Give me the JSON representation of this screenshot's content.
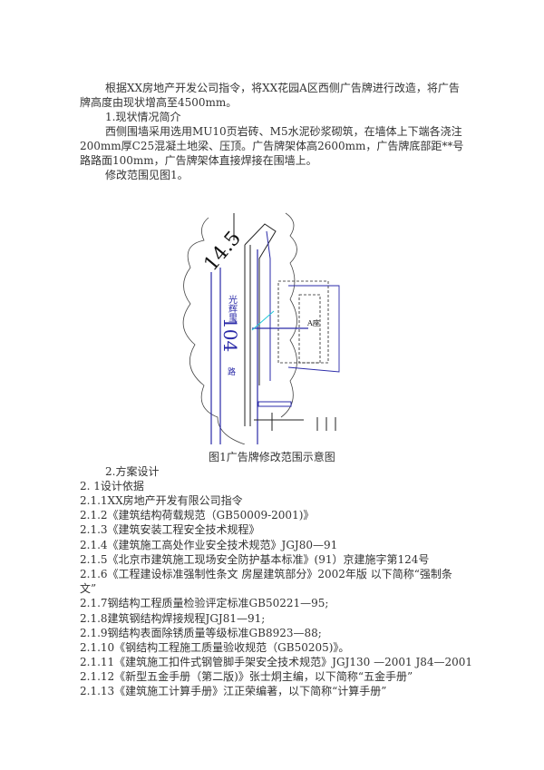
{
  "intro": "根据XX房地产开发公司指令，将XX花园A区西侧广告牌进行改造，将广告牌高度由现状增高至4500mm。",
  "section1_title": "1.现状情况简介",
  "section1_body": "西侧围墙采用选用MU10页岩砖、M5水泥砂浆砌筑，在墙体上下端各浇注200mm厚C25混凝土地梁、压顶。广告牌架体高2600mm，广告牌底部距**号路路面100mm，广告牌架体直接焊接在围墙上。",
  "figure_ref": "修改范围见图1。",
  "figure": {
    "labels": {
      "number_top": "14.5",
      "street": "光辉里",
      "number_main": "104",
      "road": "路",
      "building": "A座"
    },
    "caption": "图1广告牌修改范围示意图"
  },
  "section2_title": "2.方案设计",
  "section21_title": "2. 1设计依据",
  "references": [
    "2.1.1XX房地产开发有限公司指令",
    "2.1.2《建筑结构荷载规范（GB50009-2001)》",
    "2.1.3《建筑安装工程安全技术规程》",
    "2.1.4《建筑施工高处作业安全技术规范》JGJ80—91",
    "2.1.5《北京市建筑施工现场安全防护基本标准》(91）京建施字第124号",
    "2.1.6《工程建设标准强制性条文 房屋建筑部分》2002年版 以下简称“强制条文”",
    "2.1.7钢结构工程质量检验评定标准GB50221—95;",
    "2.1.8建筑钢结构焊接规程JGJ81—91;",
    "2.1.9钢结构表面除锈质量等级标准GB8923—88;",
    "2.1.10《钢结构工程施工质量验收规范（GB50205)》。",
    "2.1.11《建筑施工扣件式钢管脚手架安全技术规范》JGJ130 —2001 J84—2001",
    "2.1.12《新型五金手册（第二版)》张士炯主编，以下简称“五金手册”",
    "2.1.13《建筑施工计算手册》江正荣编著，以下简称“计算手册”"
  ],
  "colors": {
    "text": "#333333",
    "drawing_blue": "#2a2aa8",
    "drawing_cyan": "#20c8d8"
  }
}
